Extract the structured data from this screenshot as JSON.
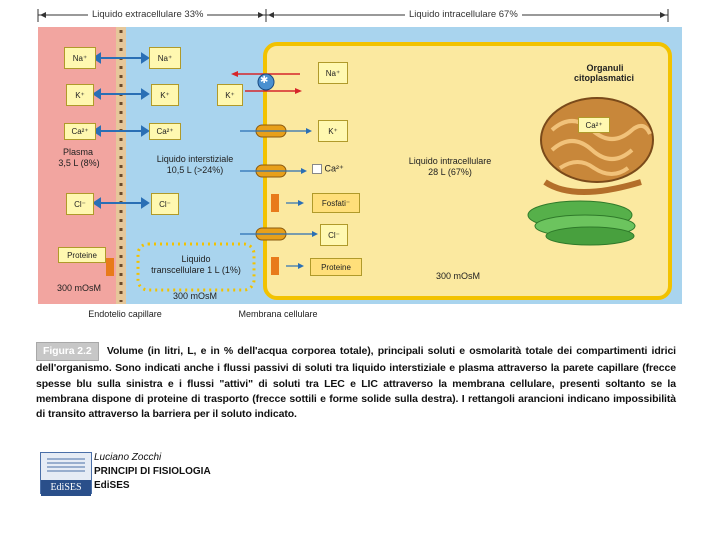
{
  "header": {
    "extracellular": "Liquido extracellulare 33%",
    "intracellular": "Liquido intracellulare 67%"
  },
  "plasma": {
    "title": "Plasma",
    "volume": "3,5 L (8%)",
    "osm": "300 mOsM",
    "items": [
      "Na⁺",
      "K⁺",
      "Ca²⁺",
      "Cl⁻",
      "Proteine"
    ]
  },
  "interstitial": {
    "title": "Liquido interstiziale",
    "volume": "10,5 L (>24%)",
    "items": [
      "Na⁺",
      "K⁺",
      "Ca²⁺",
      "Cl⁻"
    ],
    "k_pump": "K⁺"
  },
  "transcellular": {
    "title": "Liquido",
    "subtitle": "transcellulare 1 L (1%)",
    "osm": "300 mOsM"
  },
  "intracellular": {
    "title": "Liquido intracellulare",
    "volume": "28 L (67%)",
    "osm": "300 mOsM",
    "items": [
      "Na⁺",
      "K⁺",
      "Ca²⁺",
      "Fosfati⁻",
      "Cl⁻",
      "Proteine"
    ],
    "organelles_title": "Organuli",
    "organelles_sub": "citoplasmatici",
    "organelle_ca": "Ca²⁺"
  },
  "pump_symbol": "✱",
  "footer": {
    "endothelium": "Endotelio capillare",
    "membrane": "Membrana cellulare"
  },
  "caption": {
    "tag": "Figura 2.2",
    "text": "Volume (in litri, L, e in % dell'acqua corporea totale), principali soluti e osmolarità totale dei compartimenti idrici dell'organismo. Sono indicati anche i flussi passivi di soluti tra liquido interstiziale e plasma attraverso la parete capillare (frecce spesse blu sulla sinistra e i flussi \"attivi\" di soluti tra LEC e LIC attraverso la membrana cellulare, presenti soltanto se la membrana dispone di proteine di trasporto (frecce sottili e forme solide sulla destra). I rettangoli arancioni indicano impossibilità di transito attraverso la barriera per il soluto indicato."
  },
  "publisher": {
    "author": "Luciano Zocchi",
    "book": "PRINCIPI DI FISIOLOGIA",
    "name": "EdiSES",
    "logo": "EdiSES"
  },
  "colors": {
    "plasma": "#f2a5a0",
    "interstitial": "#a9d4ee",
    "cell": "#fbe9a0",
    "cell_border": "#f2c200",
    "arrow_blue": "#2a6fb5",
    "arrow_red": "#d6262a",
    "blocker": "#e87b1a"
  }
}
